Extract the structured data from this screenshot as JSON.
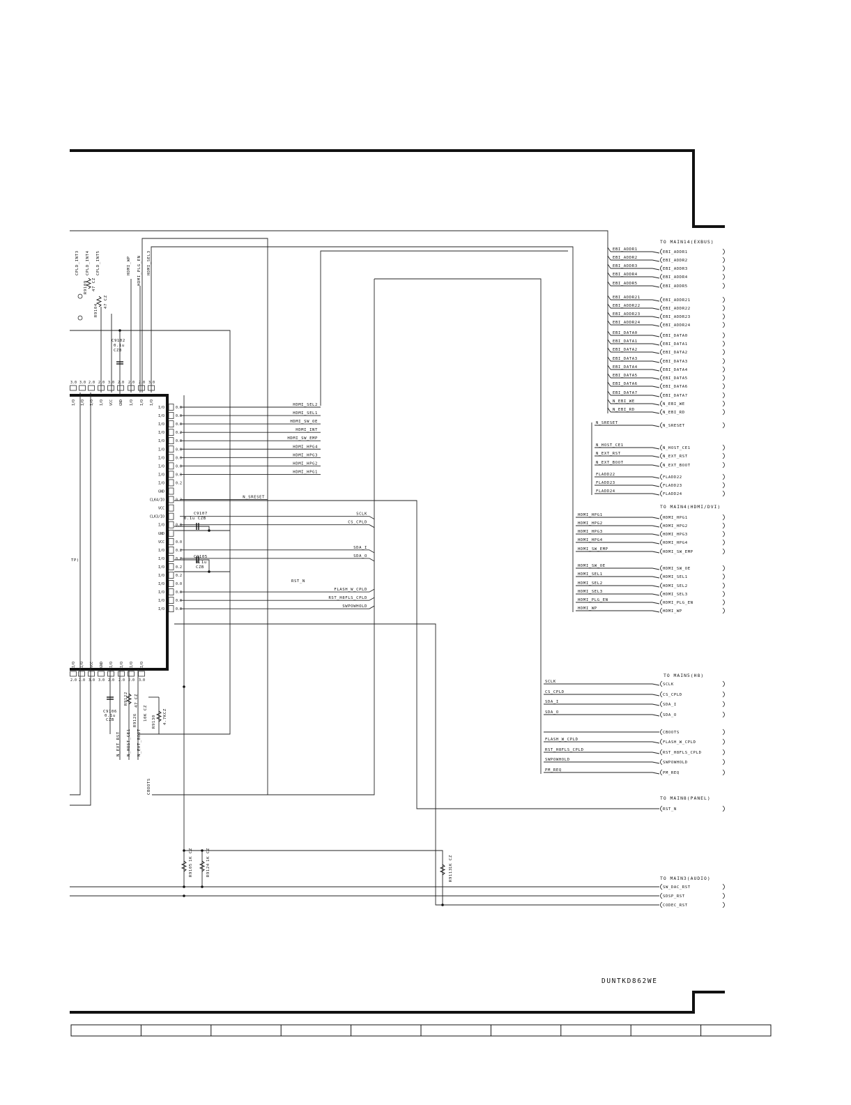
{
  "sheet_code": "DUNTKD862WE",
  "colors": {
    "ink": "#111111",
    "paper": "#ffffff"
  },
  "ic": {
    "partial_name": "TP)",
    "right_pins": [
      "I/O",
      "I/O",
      "I/O",
      "I/O",
      "I/O",
      "I/O",
      "I/O",
      "I/O",
      "I/O",
      "I/O",
      "GND",
      "CLK4/IO",
      "VCC",
      "CLK3/IO",
      "I/O",
      "GND",
      "VCC",
      "I/O",
      "I/O",
      "I/O",
      "I/O",
      "I/O",
      "I/O",
      "I/O",
      "I/O"
    ],
    "right_pin_suffix": [
      "0.0",
      "0.0",
      "0.0",
      "0.2",
      "0.0",
      "0.0",
      "0.0",
      "0.0",
      "0.0",
      "0.2",
      "",
      "0.2",
      "",
      "",
      "0.0",
      "",
      "0.0",
      "0.2",
      "0.2",
      "0.2",
      "0.2",
      "0.0",
      "0.0",
      "0.0",
      "0.0"
    ],
    "top_pins": [
      "I/O",
      "I/O",
      "I/O",
      "I/O",
      "VCC",
      "GND",
      "I/O",
      "I/O",
      "I/O"
    ],
    "top_pin_nums": [
      "3.0",
      "3.0",
      "2.0",
      "2.0",
      "3.0",
      "2.0",
      "2.0",
      "2.0",
      "3.0"
    ],
    "bottom_pins": [
      "I/O",
      "I/O",
      "VCC",
      "GND",
      "I/O",
      "I/O",
      "I/O",
      "I/O"
    ],
    "bottom_pin_nums": [
      "2.0",
      "2.0",
      "3.0",
      "3.0",
      "2.0",
      "2.0",
      "2.0",
      "3.0"
    ]
  },
  "chip_nets": [
    "HDMI_SEL2",
    "HDMI_SEL1",
    "HDMI_SW_OE",
    "HDMI_INT",
    "HDMI_SW_EMP",
    "HDMI_HPG4",
    "HDMI_HPG3",
    "HDMI_HPG2",
    "HDMI_HPG1",
    "N_SRESET",
    "SCLK",
    "CS_CPLD",
    "SDA_I",
    "SDA_O",
    "RST_N",
    "FLASH_W_CPLD",
    "RST_H8FLS_CPLD",
    "SWPOWHOLD"
  ],
  "top_nets": [
    "CPLD_INT3",
    "CPLD_INT4",
    "CPLD_INT5",
    "HDMI_WP",
    "HDMI_PLG_EN",
    "HDMI_SEL3"
  ],
  "bottom_nets": [
    "N_EXT_RST",
    "N_HOST_CE1",
    "N_EXT_BOOT",
    "CBOOTS"
  ],
  "components": {
    "c9102": [
      "C9102",
      "0.1u",
      "CZB"
    ],
    "c9107": [
      "C9107",
      "0.1u CZB"
    ],
    "c9105": [
      "C9105",
      "0.1u",
      "CZB"
    ],
    "c9106": [
      "C9106",
      "0.1u",
      "CZB"
    ],
    "r9109": "R9109",
    "r9104": "R9104",
    "r9104_val": "47 CZ",
    "r9109_val": "47 CZ",
    "r9122": "R9122",
    "r9122_val": "47 CZ",
    "r9126": "R9126",
    "r9126_val": "10K CZ",
    "r9130": "R9130",
    "r9130_val": "4.7KCZ",
    "r9105": "R9105",
    "r9105_val": "1K CZ",
    "r9124": "R9124",
    "r9124_val": "1K CZ",
    "r9113": "R9113",
    "r9113_val": "1K CZ"
  },
  "connectors": [
    {
      "title": "TO MAIN14(EXBUS)",
      "signals": [
        "EBI_ADDR1",
        "EBI_ADDR2",
        "EBI_ADDR3",
        "EBI_ADDR4",
        "EBI_ADDR5",
        "EBI_ADDR21",
        "EBI_ADDR22",
        "EBI_ADDR23",
        "EBI_ADDR24",
        "EBI_DATA0",
        "EBI_DATA1",
        "EBI_DATA2",
        "EBI_DATA3",
        "EBI_DATA4",
        "EBI_DATA5",
        "EBI_DATA6",
        "EBI_DATA7",
        "N_EBI_WE",
        "N_EBI_RD",
        "N_SRESET",
        "N_HOST_CE1",
        "N_EXT_RST",
        "N_EXT_BOOT",
        "FLADD22",
        "FLADD23",
        "FLADD24"
      ]
    },
    {
      "title": "TO MAIN4(HDMI/DVI)",
      "signals": [
        "HDMI_HPG1",
        "HDMI_HPG2",
        "HDMI_HPG3",
        "HDMI_HPG4",
        "HDMI_SW_EMP",
        "HDMI_SW_OE",
        "HDMI_SEL1",
        "HDMI_SEL2",
        "HDMI_SEL3",
        "HDMI_PLG_EN",
        "HDMI_WP"
      ]
    },
    {
      "title": "TO MAIN5(H8)",
      "signals": [
        "SCLK",
        "CS_CPLD",
        "SDA_I",
        "SDA_O",
        "CBOOTS",
        "FLASH_W_CPLD",
        "RST_H8FLS_CPLD",
        "SWPOWHOLD",
        "PM_REQ"
      ]
    },
    {
      "title": "TO MAIN8(PANEL)",
      "signals": [
        "RST_N"
      ]
    },
    {
      "title": "TO MAIN3(AUDIO)",
      "signals": [
        "SW_DAC_RST",
        "SDSP_RST",
        "CODEC_RST"
      ]
    }
  ],
  "net_labels": {
    "exbus": [
      "EBI_ADDR1",
      "EBI_ADDR2",
      "EBI_ADDR3",
      "EBI_ADDR4",
      "EBI_ADDR5",
      "EBI_ADDR21",
      "EBI_ADDR22",
      "EBI_ADDR23",
      "EBI_ADDR24",
      "EBI_DATA0",
      "EBI_DATA1",
      "EBI_DATA2",
      "EBI_DATA3",
      "EBI_DATA4",
      "EBI_DATA5",
      "EBI_DATA6",
      "EBI_DATA7",
      "N_EBI_WE",
      "N_EBI_RD"
    ],
    "ctrl": [
      "N_SRESET",
      "N_HOST_CE1",
      "N_EXT_RST",
      "N_EXT_BOOT",
      "FLADD22",
      "FLADD23",
      "FLADD24"
    ],
    "hdmi": [
      "HDMI_HPG1",
      "HDMI_HPG2",
      "HDMI_HPG3",
      "HDMI_HPG4",
      "HDMI_SW_EMP",
      "HDMI_SW_OE",
      "HDMI_SEL1",
      "HDMI_SEL2",
      "HDMI_SEL3",
      "HDMI_PLG_EN",
      "HDMI_WP"
    ],
    "h8": [
      "SCLK",
      "CS_CPLD",
      "SDA_I",
      "SDA_O",
      "FLASH_W_CPLD",
      "RST_H8FLS_CPLD",
      "SWPOWHOLD",
      "PM_REQ"
    ]
  }
}
